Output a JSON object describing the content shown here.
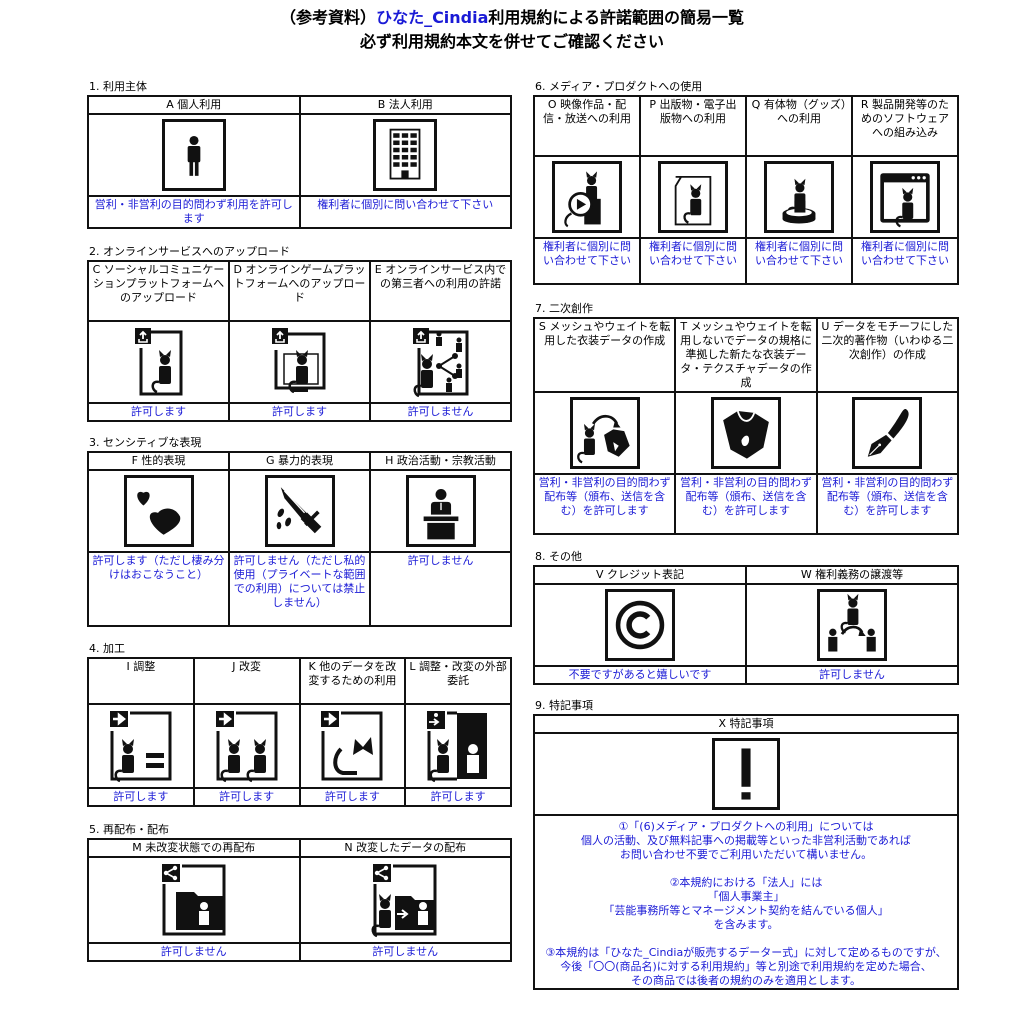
{
  "title": {
    "prefix": "（参考資料）",
    "brand": "ひなた_Cindia",
    "suffix": "利用規約による許諾範囲の簡易一覧",
    "line2": "必ず利用規約本文を併せてご確認ください"
  },
  "colors": {
    "accent_text": "#1a1ad6",
    "border": "#111111"
  },
  "sections": {
    "s1": {
      "label": "1. 利用主体",
      "items": [
        {
          "head": "A 個人利用",
          "icon": "person-icon",
          "result": "営利・非営利の目的問わず利用を許可します"
        },
        {
          "head": "B 法人利用",
          "icon": "building-icon",
          "result": "権利者に個別に問い合わせて下さい"
        }
      ]
    },
    "s2": {
      "label": "2. オンラインサービスへのアップロード",
      "items": [
        {
          "head": "C ソーシャルコミュニケーションプラットフォームへのアップロード",
          "icon": "upload-avatar-icon",
          "result": "許可します"
        },
        {
          "head": "D オンラインゲームプラットフォームへのアップロード",
          "icon": "upload-monitor-icon",
          "result": "許可します"
        },
        {
          "head": "E オンラインサービス内での第三者への利用の許諾",
          "icon": "upload-share-icon",
          "result": "許可しません"
        }
      ]
    },
    "s3": {
      "label": "3. センシティブな表現",
      "items": [
        {
          "head": "F 性的表現",
          "icon": "hearts-icon",
          "result": "許可します（ただし棲み分けはおこなうこと）"
        },
        {
          "head": "G 暴力的表現",
          "icon": "knife-icon",
          "result": "許可しません（ただし私的使用（プライベートな範囲での利用）については禁止しません）"
        },
        {
          "head": "H 政治活動・宗教活動",
          "icon": "podium-speaker-icon",
          "result": "許可しません"
        }
      ]
    },
    "s4": {
      "label": "4. 加工",
      "items": [
        {
          "head": "I 調整",
          "icon": "adjust-equal-icon",
          "result": "許可します"
        },
        {
          "head": "J 改変",
          "icon": "modify-icon",
          "result": "許可します"
        },
        {
          "head": "K 他のデータを改変するための利用",
          "icon": "parts-reuse-icon",
          "result": "許可します"
        },
        {
          "head": "L 調整・改変の外部委託",
          "icon": "outsource-icon",
          "result": "許可します"
        }
      ]
    },
    "s5": {
      "label": "5. 再配布・配布",
      "items": [
        {
          "head": "M 未改変状態での再配布",
          "icon": "share-folder-icon",
          "result": "許可しません"
        },
        {
          "head": "N 改変したデータの配布",
          "icon": "share-modified-folder-icon",
          "result": "許可しません"
        }
      ]
    },
    "s6": {
      "label": "6. メディア・プロダクトへの使用",
      "items": [
        {
          "head": "O 映像作品・配信・放送への利用",
          "icon": "video-play-icon",
          "result": "権利者に個別に問い合わせて下さい"
        },
        {
          "head": "P 出版物・電子出版物への利用",
          "icon": "document-avatar-icon",
          "result": "権利者に個別に問い合わせて下さい"
        },
        {
          "head": "Q 有体物（グッズ）への利用",
          "icon": "figure-stand-icon",
          "result": "権利者に個別に問い合わせて下さい"
        },
        {
          "head": "R 製品開発等のためのソフトウェアへの組み込み",
          "icon": "software-window-icon",
          "result": "権利者に個別に問い合わせて下さい"
        }
      ]
    },
    "s7": {
      "label": "7. 二次創作",
      "items": [
        {
          "head": "S メッシュやウェイトを転用した衣装データの作成",
          "icon": "avatar-to-clothing-icon",
          "result": "営利・非営利の目的問わず配布等（頒布、送信を含む）を許可します"
        },
        {
          "head": "T メッシュやウェイトを転用しないでデータの規格に準拠した新たな衣装データ・テクスチャデータの作成",
          "icon": "clothing-icon",
          "result": "営利・非営利の目的問わず配布等（頒布、送信を含む）を許可します"
        },
        {
          "head": "U データをモチーフにした二次的著作物（いわゆる二次創作）の作成",
          "icon": "fountain-pen-icon",
          "result": "営利・非営利の目的問わず配布等（頒布、送信を含む）を許可します"
        }
      ]
    },
    "s8": {
      "label": "8. その他",
      "items": [
        {
          "head": "V クレジット表記",
          "icon": "copyright-icon",
          "result": "不要ですがあると嬉しいです"
        },
        {
          "head": "W 権利義務の譲渡等",
          "icon": "transfer-icon",
          "result": "許可しません"
        }
      ]
    },
    "s9": {
      "label": "9. 特記事項",
      "head": "X 特記事項",
      "icon": "exclamation-icon",
      "notes": [
        [
          "①「(6)メディア・プロダクトへの利用」については",
          "個人の活動、及び無料記事への掲載等といった非営利活動であれば",
          "お問い合わせ不要でご利用いただいて構いません。"
        ],
        [
          "②本規約における「法人」には",
          "「個人事業主」",
          "「芸能事務所等とマネージメント契約を結んでいる個人」",
          "を含みます。"
        ],
        [
          "③本規約は「ひなた_Cindiaが販売するデーター式」に対して定めるものですが、",
          "今後「〇〇(商品名)に対する利用規約」等と別途で利用規約を定めた場合、",
          "その商品では後者の規約のみを適用とします。"
        ]
      ]
    }
  }
}
